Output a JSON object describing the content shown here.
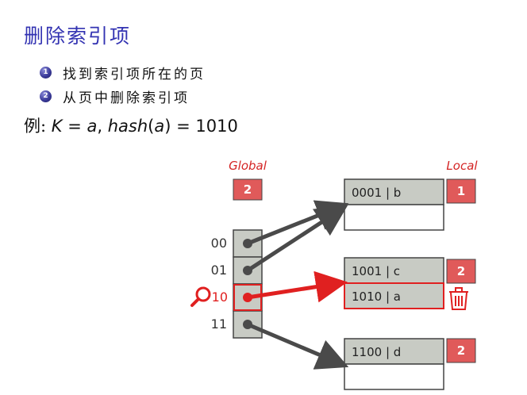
{
  "title": "删除索引项",
  "steps": [
    {
      "num": "1",
      "text": "找到索引项所在的页"
    },
    {
      "num": "2",
      "text": "从页中删除索引项"
    }
  ],
  "example": {
    "label": "例:",
    "formula": "K = a, hash(a) = 1010"
  },
  "diagram": {
    "global_label": "Global",
    "global_depth": "2",
    "local_label": "Local",
    "directory": [
      "00",
      "01",
      "10",
      "11"
    ],
    "buckets": [
      {
        "entries": [
          "0001 | b",
          ""
        ],
        "local_depth": "1"
      },
      {
        "entries": [
          "1001 | c",
          "1010 | a"
        ],
        "local_depth": "2"
      },
      {
        "entries": [
          "1100 | d",
          ""
        ],
        "local_depth": "2"
      }
    ],
    "pointers": [
      {
        "from": "00",
        "to": 0
      },
      {
        "from": "01",
        "to": 0
      },
      {
        "from": "10",
        "to": 1
      },
      {
        "from": "11",
        "to": 2
      }
    ],
    "highlighted_slot": "10",
    "highlighted_entry": "1010 | a",
    "icons": [
      "magnifier-icon",
      "trash-icon"
    ],
    "colors": {
      "title": "#3333b2",
      "highlight": "#e02020",
      "tag": "#e05a5a",
      "cell_fill": "#c8cbc4",
      "arrow": "#4a4a4a"
    }
  }
}
